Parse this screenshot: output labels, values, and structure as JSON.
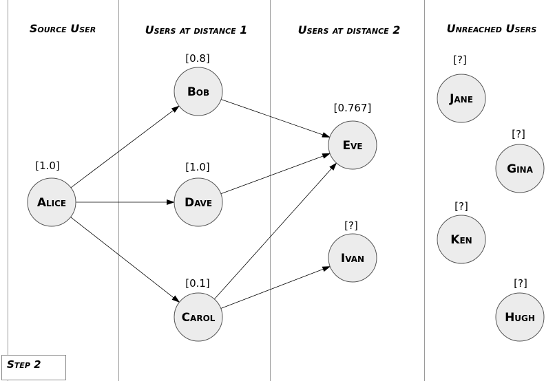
{
  "columns": [
    {
      "id": "source",
      "label": "Source User"
    },
    {
      "id": "dist1",
      "label": "Users  at distance 1"
    },
    {
      "id": "dist2",
      "label": "Users at distance 2"
    },
    {
      "id": "unreached",
      "label": "Unreached Users"
    }
  ],
  "nodes": [
    {
      "id": "alice",
      "label": "Alice",
      "score": "[1.0]"
    },
    {
      "id": "bob",
      "label": "Bob",
      "score": "[0.8]"
    },
    {
      "id": "dave",
      "label": "Dave",
      "score": "[1.0]"
    },
    {
      "id": "carol",
      "label": "Carol",
      "score": "[0.1]"
    },
    {
      "id": "eve",
      "label": "Eve",
      "score": "[0.767]"
    },
    {
      "id": "ivan",
      "label": "Ivan",
      "score": "[?]"
    },
    {
      "id": "jane",
      "label": "Jane",
      "score": "[?]"
    },
    {
      "id": "gina",
      "label": "Gina",
      "score": "[?]"
    },
    {
      "id": "ken",
      "label": "Ken",
      "score": "[?]"
    },
    {
      "id": "hugh",
      "label": "Hugh",
      "score": "[?]"
    }
  ],
  "edges": [
    {
      "from": "alice",
      "to": "bob"
    },
    {
      "from": "alice",
      "to": "dave"
    },
    {
      "from": "alice",
      "to": "carol"
    },
    {
      "from": "bob",
      "to": "eve"
    },
    {
      "from": "dave",
      "to": "eve"
    },
    {
      "from": "carol",
      "to": "eve"
    },
    {
      "from": "carol",
      "to": "ivan"
    }
  ],
  "step_label": "Step 2"
}
